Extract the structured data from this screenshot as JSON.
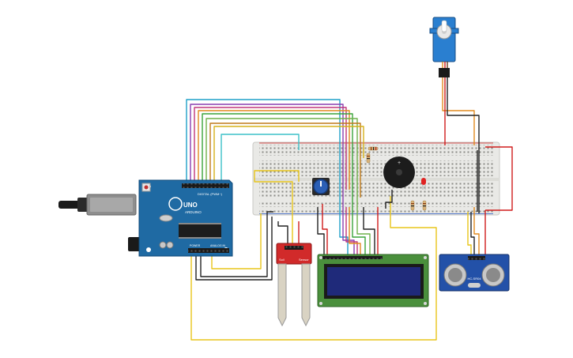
{
  "arduino": {
    "model": "UNO",
    "brand": "ARDUINO",
    "digital_header": "DIGITAL (PWM~)",
    "power_label": "POWER",
    "analog_label": "ANALOG IN"
  },
  "soil_sensor": {
    "label_left": "Soil",
    "label_right": "Sensor"
  },
  "ultrasonic": {
    "label": "HC-SR04"
  },
  "colors": {
    "arduino_board": "#1f6aa3",
    "breadboard": "#e9e9e6",
    "lcd_pcb": "#4a8f3c",
    "lcd_screen": "#1f2a7a",
    "servo_body": "#2a7fd0",
    "soil_pcb": "#d12a2a",
    "ultrasonic_pcb": "#2351a8",
    "wire_red": "#d01c1c",
    "wire_black": "#222222",
    "wire_yellow": "#e8c51a",
    "wire_orange": "#e08a1e",
    "wire_green": "#3aa43a",
    "wire_cyan": "#1ea0c8",
    "wire_purple": "#8a3fb0",
    "wire_magenta": "#c0357a"
  }
}
